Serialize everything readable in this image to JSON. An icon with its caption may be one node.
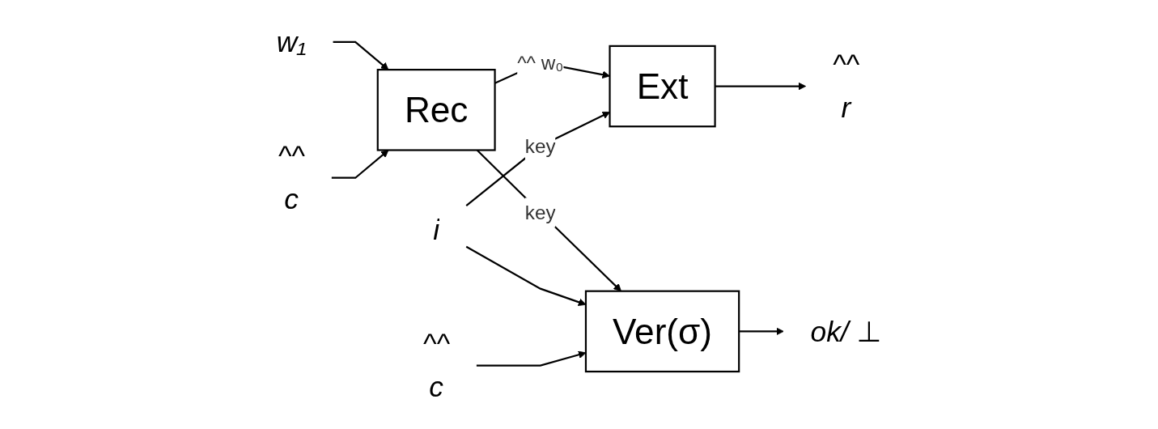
{
  "diagram": {
    "nodes": [
      {
        "text": [
          "w₁"
        ]
      },
      {
        "text": [
          "^^",
          "c"
        ]
      },
      {
        "text": [
          "Rec"
        ]
      },
      {
        "text": [
          "Ext"
        ]
      },
      {
        "text": [
          "i"
        ]
      },
      {
        "text": [
          "^^",
          "c"
        ]
      },
      {
        "text": [
          "Ver(σ)"
        ]
      },
      {
        "text": [
          "^^",
          "r"
        ]
      },
      {
        "text": [
          "ok/ ⊥"
        ]
      }
    ],
    "edges": [
      {
        "from": 0,
        "to": 2,
        "arrow": "to"
      },
      {
        "from": 1,
        "to": 2,
        "arrow": "to"
      },
      {
        "from": 2,
        "to": 3,
        "arrow": "to",
        "label": "^^ w₀"
      },
      {
        "from": 2,
        "to": 6,
        "arrow": "to",
        "label": "key"
      },
      {
        "from": 4,
        "to": 3,
        "arrow": "to",
        "label": "key"
      },
      {
        "from": 4,
        "to": 6,
        "arrow": "to"
      },
      {
        "from": 5,
        "to": 6,
        "arrow": "to"
      },
      {
        "from": 3,
        "to": 7,
        "arrow": "to"
      },
      {
        "from": 6,
        "to": 8,
        "arrow": "to"
      }
    ]
  }
}
